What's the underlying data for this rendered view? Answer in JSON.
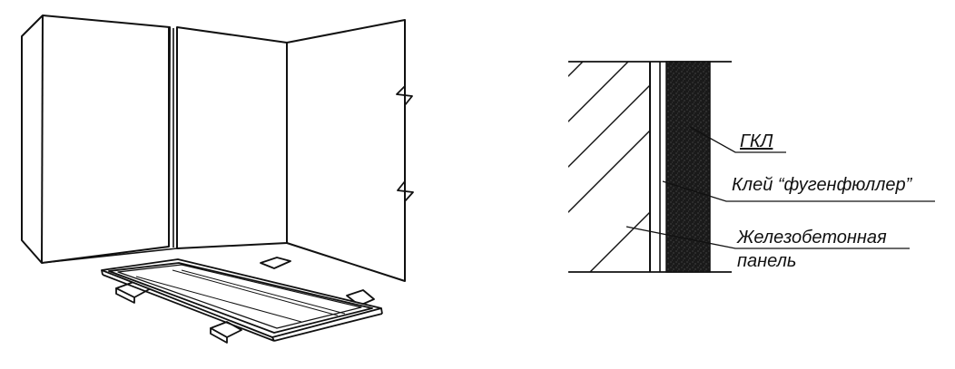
{
  "labels": {
    "gkl": "ГКЛ",
    "glue": "Клей “фугенфюллер”",
    "panel_line1": "Железобетонная",
    "panel_line2": "панель"
  },
  "colors": {
    "ink": "#111111",
    "paper": "#ffffff",
    "board": "#1a1a1a"
  }
}
